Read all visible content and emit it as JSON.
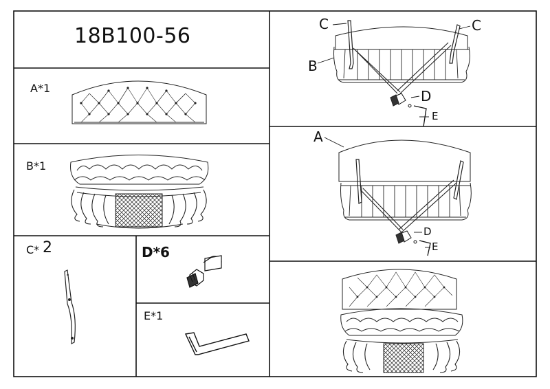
{
  "model_number": "18B100-56",
  "parts": [
    {
      "label": "A*1"
    },
    {
      "label": "B*1"
    },
    {
      "label_letter": "C*",
      "label_count": "2"
    },
    {
      "label": "D*6"
    },
    {
      "label": "E*1"
    }
  ],
  "step1": {
    "callouts": [
      "C",
      "C",
      "B",
      "D",
      "E"
    ]
  },
  "step2": {
    "callouts": [
      "A",
      "D",
      "E"
    ]
  }
}
